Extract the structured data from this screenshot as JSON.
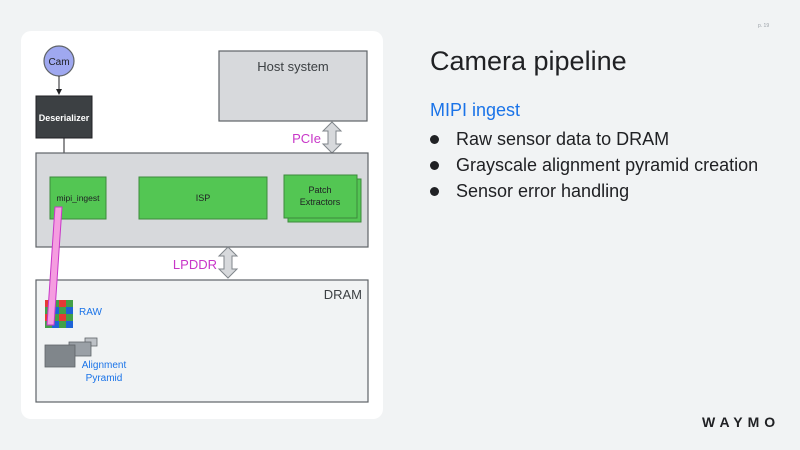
{
  "page_number": "p. 19",
  "slide": {
    "title": "Camera pipeline",
    "subtitle": "MIPI ingest",
    "bullets": [
      "Raw sensor data to DRAM",
      "Grayscale alignment pyramid creation",
      "Sensor error handling"
    ]
  },
  "logo": "WAYMO",
  "diagram": {
    "cam": "Cam",
    "deserializer": "Deserializer",
    "host": "Host system",
    "pcie": "PCIe",
    "mipi": "mipi_ingest",
    "isp": "ISP",
    "patch_line1": "Patch",
    "patch_line2": "Extractors",
    "lpddr": "LPDDR",
    "dram": "DRAM",
    "raw": "RAW",
    "align_line1": "Alignment",
    "align_line2": "Pyramid"
  },
  "colors": {
    "cam_fill": "#9fa8f0",
    "green": "#53c653",
    "gray_box": "#d7d9dc",
    "dark_box": "#3c4043",
    "magenta": "#c837c8",
    "pink_path": "#f59de0",
    "blue": "#1a73e8"
  },
  "icons": {
    "bullet": "bullet-dot",
    "bidirectional_arrow": "double-arrow-icon",
    "raw_mosaic": "bayer-grid-icon",
    "pyramid": "pyramid-icon"
  }
}
